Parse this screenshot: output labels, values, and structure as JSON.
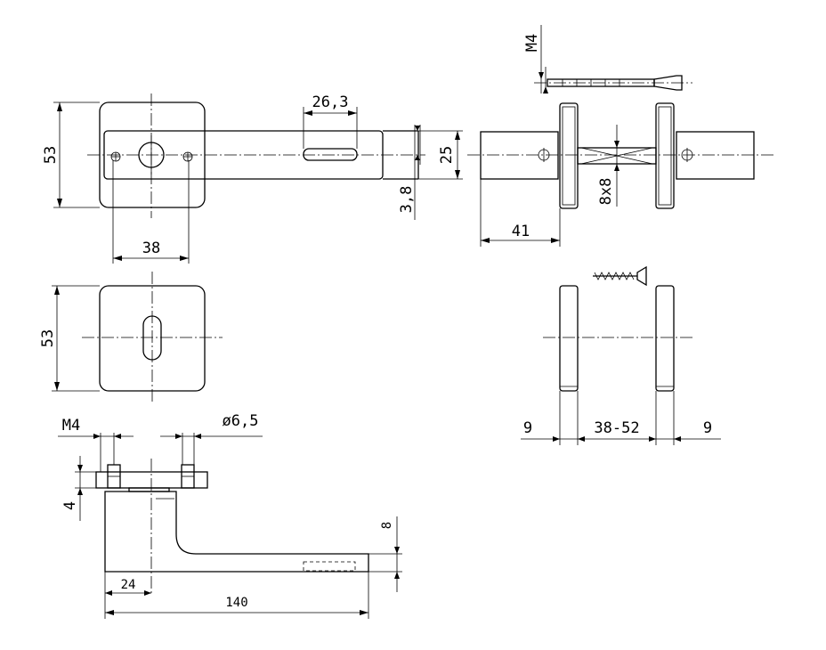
{
  "dimensions": {
    "rose_height_top": "53",
    "slot_width": "26,3",
    "handle_height": "25",
    "offset": "3,8",
    "screw_spacing": "38",
    "rose_height_bottom": "53",
    "thread_side": "M4",
    "rose_offset_side": "41",
    "square_spindle": "8x8",
    "gap_left": "9",
    "door_thickness": "38-52",
    "gap_right": "9",
    "thread_bottom": "M4",
    "hole_diameter": "ø6,5",
    "rose_thickness": "4",
    "grip_thickness": "8",
    "axis_offset": "24",
    "handle_length": "140"
  }
}
